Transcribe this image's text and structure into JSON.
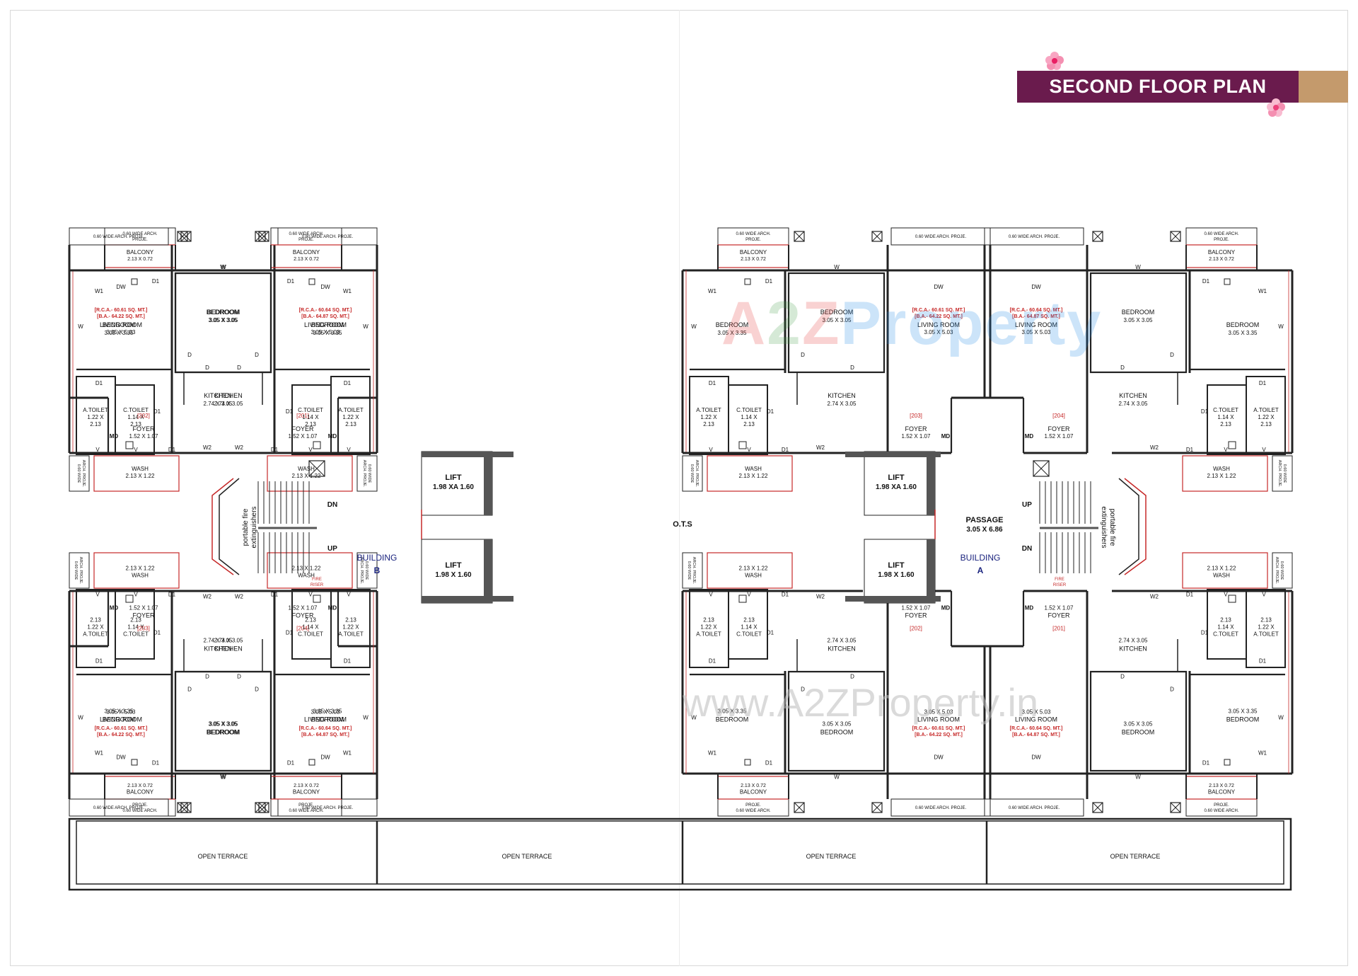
{
  "title": "SECOND FLOOR PLAN",
  "watermark": {
    "brand_a": "A",
    "brand_num": "2",
    "brand_z": "Z",
    "brand_rest": "Property",
    "url": "www.A2ZProperty.in"
  },
  "colors": {
    "wall": "#222222",
    "red": "#c62828",
    "blue": "#1a237e",
    "banner": "#6a1b4d",
    "tan": "#c49a6c"
  },
  "labels": {
    "proj_small": "0.60 WIDE ARCH.",
    "proj_small2": "PROJE.",
    "proj_long": "0.60 WIDE ARCH. PROJE.",
    "proj_vert_1": "0.60 WIDE",
    "proj_vert_2": "ARCH. PROJE.",
    "balcony": "BALCONY",
    "balcony_dim": "2.13 X 0.72",
    "bedroom": "BEDROOM",
    "bed_master_dim": "3.05 X 3.35",
    "bed_dim": "3.05 X 3.05",
    "living": "LIVING ROOM",
    "living_dim": "3.05 X 5.03",
    "kitchen": "KITCHEN",
    "kitchen_dim": "2.74 X 3.05",
    "atoilet": "A.TOILET",
    "atoilet_dim1": "1.22 X",
    "atoilet_dim2": "2.13",
    "ctoilet": "C.TOILET",
    "ctoilet_dim1": "1.14 X",
    "ctoilet_dim2": "2.13",
    "foyer": "FOYER",
    "foyer_dim": "1.52 X 1.07",
    "wash": "WASH",
    "wash_dim": "2.13 X 1.22",
    "terrace": "OPEN TERRACE",
    "lift": "LIFT",
    "lift_dim_a": "1.98 XA 1.60",
    "lift_dim_b": "1.98 X 1.60",
    "ots": "O.T.S",
    "passage": "PASSAGE",
    "passage_dim": "3.05 X 6.86",
    "building": "BUILDING",
    "bld_b": "B",
    "bld_a": "A",
    "dn": "DN",
    "up": "UP",
    "fire1": "portable fire",
    "fire2": "extinguishers",
    "fire_riser1": "FIRE",
    "fire_riser2": "RISER",
    "rca1": "[R.C.A.- 60.64 SQ. MT.]",
    "ba1": "[B.A.- 64.87 SQ. MT.]",
    "rca2": "[R.C.A.- 60.61 SQ. MT.]",
    "ba2": "[B.A.- 64.22 SQ. MT.]",
    "w": "W",
    "w1": "W1",
    "w2": "W2",
    "d": "D",
    "d1": "D1",
    "dw": "DW",
    "md": "MD",
    "v": "V"
  },
  "units_top": [
    {
      "no": "[201]",
      "area_top": "[R.C.A.- 60.64 SQ. MT.]",
      "area_bottom": "[B.A.- 64.87 SQ. MT.]"
    },
    {
      "no": "[202]",
      "area_top": "[R.C.A.- 60.61 SQ. MT.]",
      "area_bottom": "[B.A.- 64.22 SQ. MT.]"
    },
    {
      "no": "[203]",
      "area_top": "[R.C.A.- 60.61 SQ. MT.]",
      "area_bottom": "[B.A.- 64.22 SQ. MT.]"
    },
    {
      "no": "[204]",
      "area_top": "[R.C.A.- 60.64 SQ. MT.]",
      "area_bottom": "[B.A.- 64.87 SQ. MT.]"
    }
  ],
  "units_bottom": [
    {
      "no": "[204]",
      "area_top": "[B.A.- 64.87 SQ. MT.]",
      "area_bottom": "[R.C.A.- 60.64 SQ. MT.]"
    },
    {
      "no": "[203]",
      "area_top": "[B.A.- 64.22 SQ. MT.]",
      "area_bottom": "[R.C.A.- 60.61 SQ. MT.]"
    },
    {
      "no": "[202]",
      "area_top": "[B.A.- 64.22 SQ. MT.]",
      "area_bottom": "[R.C.A.- 60.61 SQ. MT.]"
    },
    {
      "no": "[201]",
      "area_top": "[B.A.- 64.87 SQ. MT.]",
      "area_bottom": "[R.C.A.- 60.64 SQ. MT.]"
    }
  ]
}
